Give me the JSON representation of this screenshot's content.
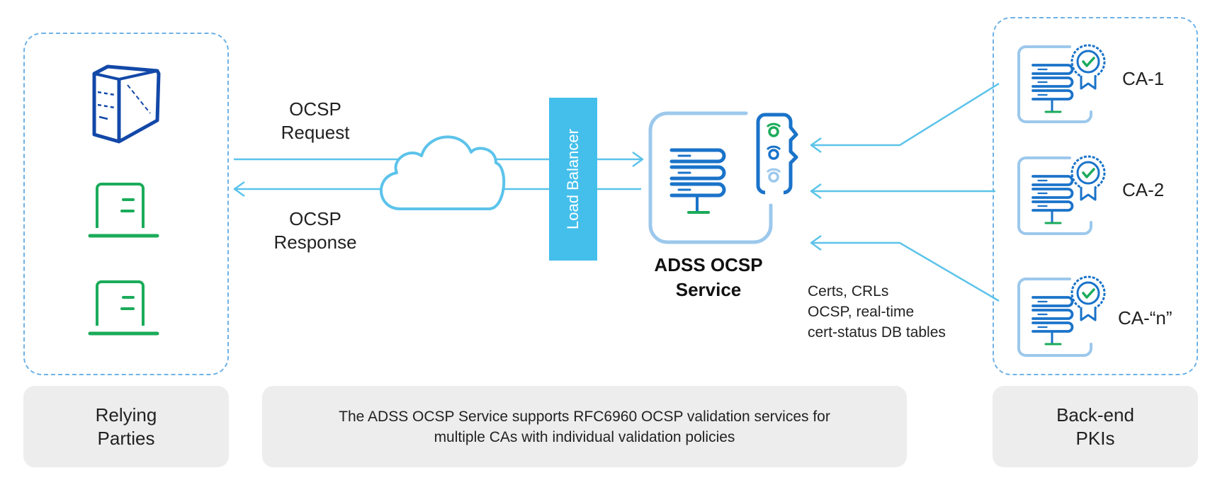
{
  "flow": {
    "request_label": "OCSP\nRequest",
    "response_label": "OCSP\nResponse"
  },
  "load_balancer": {
    "label": "Load Balancer"
  },
  "service": {
    "title": "ADSS OCSP\nService"
  },
  "db_note": "Certs, CRLs\nOCSP, real-time\ncert-status DB tables",
  "cas": [
    {
      "label": "CA-1"
    },
    {
      "label": "CA-2"
    },
    {
      "label": "CA-“n”"
    }
  ],
  "captions": {
    "relying": "Relying\nParties",
    "description": "The ADSS OCSP Service supports RFC6960 OCSP validation services for\nmultiple CAs with individual validation policies",
    "backend": "Back-end\nPKIs"
  },
  "colors": {
    "dashed_border": "#6fb2e6",
    "arrow": "#5cc3ea",
    "server_blue": "#1a73c9",
    "server_green": "#1bab5a",
    "frame_light": "#9cc8ec",
    "load_balancer": "#44bfeb",
    "caption_bg": "#ededed"
  },
  "icons": {
    "relying": [
      "server-tower-icon",
      "laptop-icon",
      "laptop-icon"
    ],
    "service": [
      "server-stack-icon",
      "database-sync-icon"
    ],
    "ca": [
      "server-stack-icon",
      "certificate-badge-icon"
    ]
  }
}
